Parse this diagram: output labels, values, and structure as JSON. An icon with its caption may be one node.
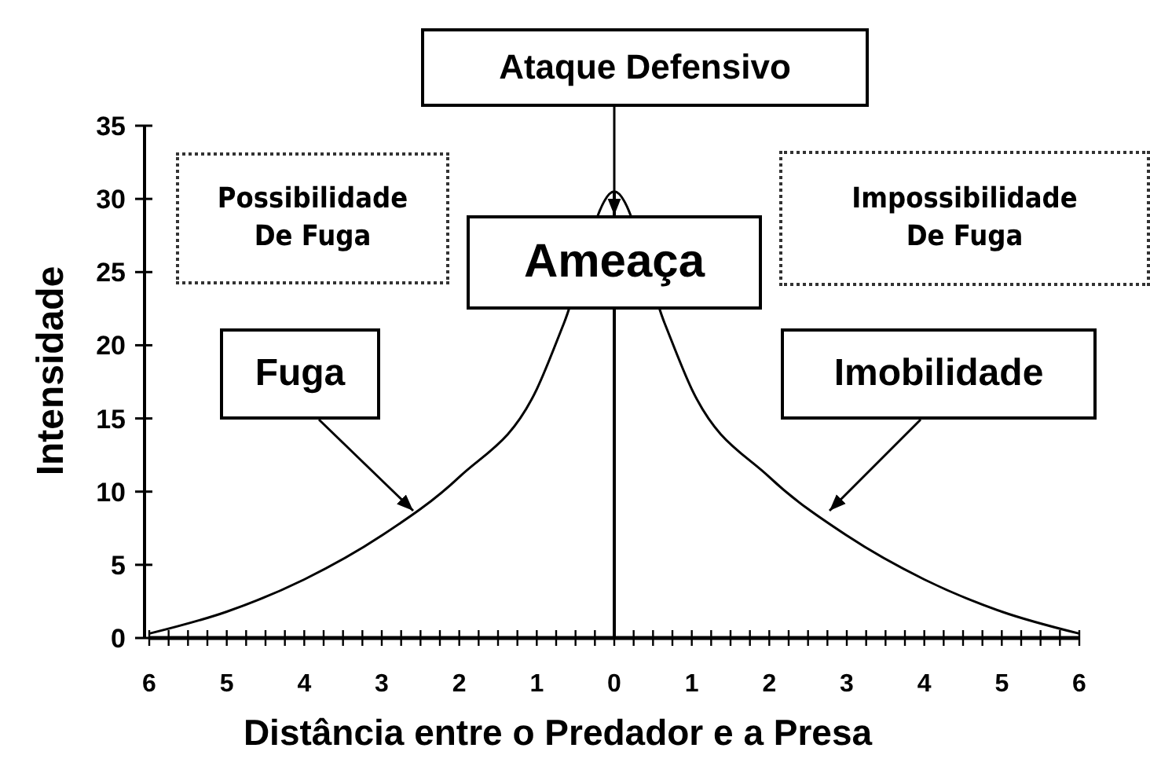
{
  "diagram": {
    "nodes": [
      {
        "text": [
          "Ataque Defensivo"
        ]
      },
      {
        "text": [
          "Possibilidade De Fuga"
        ]
      },
      {
        "text": [
          "Ameaça"
        ]
      },
      {
        "text": [
          "Impossibilidade De Fuga"
        ]
      },
      {
        "text": [
          "Fuga"
        ]
      },
      {
        "text": [
          "Imobilidade"
        ]
      }
    ],
    "edges": [
      {
        "from": 0,
        "to": 2,
        "arrow": "to"
      },
      {
        "from": 4,
        "to": null,
        "arrow": "to"
      },
      {
        "from": 5,
        "to": null,
        "arrow": "to"
      }
    ],
    "chart_data": {
      "type": "line",
      "xlabel": "Distância entre o Predador e a Presa",
      "ylabel": "Intensidade",
      "x": [
        -6,
        -5,
        -4,
        -3,
        -2,
        -1,
        -0.65,
        0,
        0.65,
        1,
        2,
        3,
        4,
        5,
        6
      ],
      "series": [
        {
          "values": [
            0.3,
            1.8,
            4,
            7,
            11,
            17,
            21.5,
            30.5,
            21.5,
            17,
            11,
            7,
            4,
            1.8,
            0.3
          ]
        }
      ],
      "xlim": [
        -6,
        6
      ],
      "ylim": [
        0,
        35
      ],
      "xticks": [
        {
          "value": -6,
          "label": "6"
        },
        {
          "value": -5,
          "label": "5"
        },
        {
          "value": -4,
          "label": "4"
        },
        {
          "value": -3,
          "label": "3"
        },
        {
          "value": -2,
          "label": "2"
        },
        {
          "value": -1,
          "label": "1"
        },
        {
          "value": 0,
          "label": "0"
        },
        {
          "value": 1,
          "label": "1"
        },
        {
          "value": 2,
          "label": "2"
        },
        {
          "value": 3,
          "label": "3"
        },
        {
          "value": 4,
          "label": "4"
        },
        {
          "value": 5,
          "label": "5"
        },
        {
          "value": 6,
          "label": "6"
        }
      ],
      "yticks": [
        0,
        5,
        10,
        15,
        20,
        25,
        30,
        35
      ]
    }
  }
}
